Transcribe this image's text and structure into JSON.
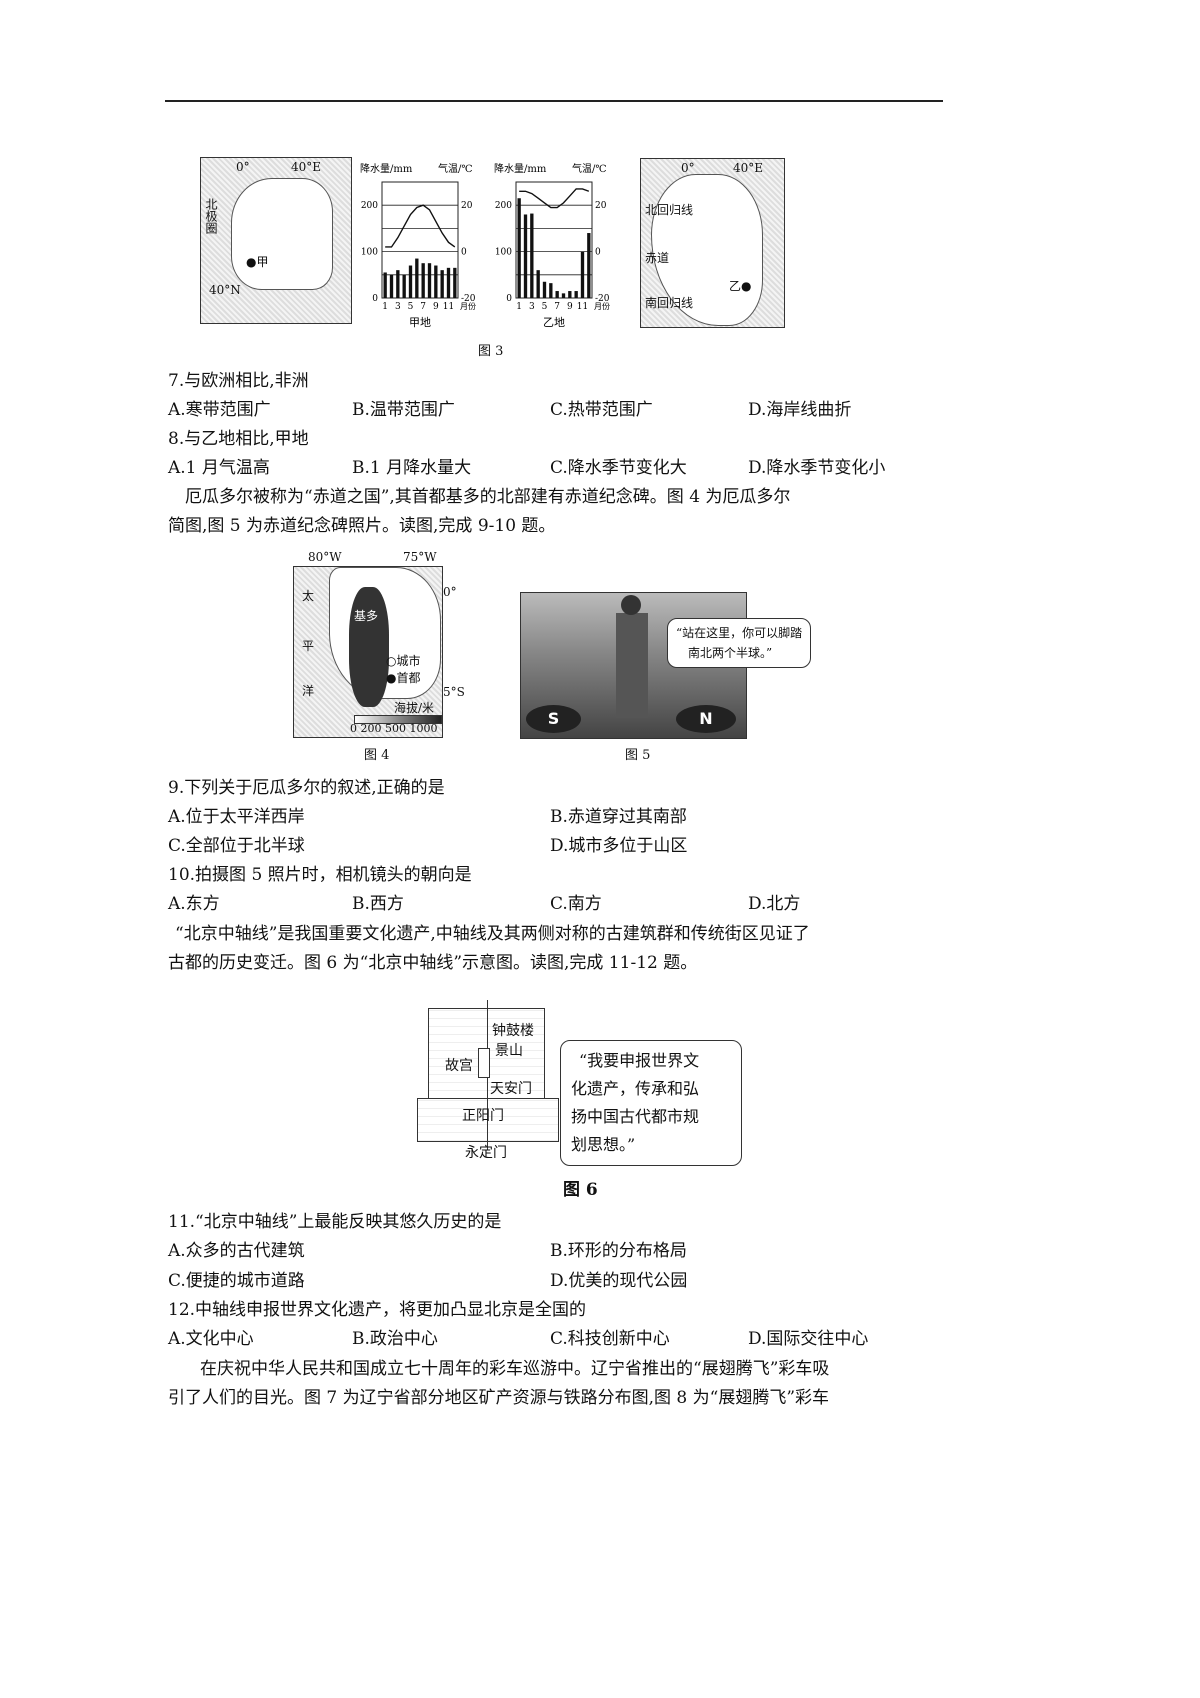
{
  "figure3": {
    "caption": "图 3",
    "europe_map": {
      "lon0": "0°",
      "lon40": "40°E",
      "arctic_circle": "北极圈",
      "lat40": "40°N",
      "point": "甲"
    },
    "africa_map": {
      "lon0": "0°",
      "lon40": "40°E",
      "tropic_cancer": "北回归线",
      "equator": "赤道",
      "tropic_capricorn": "南回归线",
      "point": "乙"
    }
  },
  "chart_data": [
    {
      "type": "bar+line",
      "title": "甲地",
      "ylabel_left": "降水量/mm",
      "ylabel_right": "气温/℃",
      "xlabel": "月份",
      "x_ticks": [
        "1",
        "3",
        "5",
        "7",
        "9",
        "11"
      ],
      "precip_ylim": [
        0,
        250
      ],
      "temp_ylim": [
        -20,
        30
      ],
      "precip_ticks": [
        "0",
        "100",
        "200"
      ],
      "temp_ticks": [
        "-20",
        "0",
        "20"
      ],
      "precip": [
        55,
        50,
        60,
        50,
        70,
        85,
        75,
        75,
        70,
        60,
        65,
        65
      ],
      "temp": [
        2,
        2,
        6,
        11,
        16,
        19,
        20,
        18,
        13,
        8,
        4,
        2
      ]
    },
    {
      "type": "bar+line",
      "title": "乙地",
      "ylabel_left": "降水量/mm",
      "ylabel_right": "气温/℃",
      "xlabel": "月份",
      "x_ticks": [
        "1",
        "3",
        "5",
        "7",
        "9",
        "11"
      ],
      "precip_ylim": [
        0,
        250
      ],
      "temp_ylim": [
        -20,
        30
      ],
      "precip_ticks": [
        "0",
        "100",
        "200"
      ],
      "temp_ticks": [
        "-20",
        "0",
        "20"
      ],
      "precip": [
        215,
        180,
        182,
        60,
        35,
        32,
        15,
        10,
        15,
        15,
        100,
        140
      ],
      "temp": [
        26,
        26,
        25,
        23,
        21,
        19,
        19,
        21,
        24,
        27,
        27,
        26
      ]
    }
  ],
  "q7": {
    "stem": "7.与欧洲相比,非洲",
    "options": [
      "A.寒带范围广",
      "B.温带范围广",
      "C.热带范围广",
      "D.海岸线曲折"
    ]
  },
  "q8": {
    "stem": "8.与乙地相比,甲地",
    "options": [
      "A.1 月气温高",
      "B.1 月降水量大",
      "C.降水季节变化大",
      "D.降水季节变化小"
    ]
  },
  "para1": [
    "厄瓜多尔被称为“赤道之国”,其首都基多的北部建有赤道纪念碑。图 4 为厄瓜多尔",
    "简图,图 5 为赤道纪念碑照片。读图,完成 9-10 题。"
  ],
  "figure4": {
    "caption": "图 4",
    "lon80": "80°W",
    "lon75": "75°W",
    "lat0": "0°",
    "lat5": "5°S",
    "ocean": [
      "太",
      "平",
      "洋"
    ],
    "capital": "基多",
    "legend_city": "城市",
    "legend_capital": "首都",
    "legend_elev": "海拔/米",
    "elev_ticks": "0  200 500 1000"
  },
  "figure5": {
    "caption": "图 5",
    "bubble": [
      "“站在这里，你可以脚踏",
      "南北两个半球。”"
    ],
    "sign_s": "S",
    "sign_n": "N"
  },
  "q9": {
    "stem": "9.下列关于厄瓜多尔的叙述,正确的是",
    "options": [
      "A.位于太平洋西岸",
      "B.赤道穿过其南部",
      "C.全部位于北半球",
      "D.城市多位于山区"
    ]
  },
  "q10": {
    "stem": "10.拍摄图 5 照片时，相机镜头的朝向是",
    "options": [
      "A.东方",
      "B.西方",
      "C.南方",
      "D.北方"
    ]
  },
  "para2": [
    "“北京中轴线”是我国重要文化遗产,中轴线及其两侧对称的古建筑群和传统街区见证了",
    "古都的历史变迁。图 6 为“北京中轴线”示意图。读图,完成 11-12 题。"
  ],
  "figure6": {
    "caption": "图 6",
    "labels": {
      "bell_drum": "钟鼓楼",
      "jingshan": "景山",
      "gugong": "故宫",
      "tiananmen": "天安门",
      "zhengyangmen": "正阳门",
      "yongdingmen": "永定门"
    },
    "bubble": [
      "“我要申报世界文",
      "化遗产，传承和弘",
      "扬中国古代都市规",
      "划思想。”"
    ]
  },
  "q11": {
    "stem": "11.“北京中轴线”上最能反映其悠久历史的是",
    "options": [
      "A.众多的古代建筑",
      "B.环形的分布格局",
      "C.便捷的城市道路",
      "D.优美的现代公园"
    ]
  },
  "q12": {
    "stem": "12.中轴线申报世界文化遗产，将更加凸显北京是全国的",
    "options": [
      "A.文化中心",
      "B.政治中心",
      "C.科技创新中心",
      "D.国际交往中心"
    ]
  },
  "para3": [
    "在庆祝中华人民共和国成立七十周年的彩车巡游中。辽宁省推出的“展翅腾飞”彩车吸",
    "引了人们的目光。图 7 为辽宁省部分地区矿产资源与铁路分布图,图 8 为“展翅腾飞”彩车"
  ]
}
